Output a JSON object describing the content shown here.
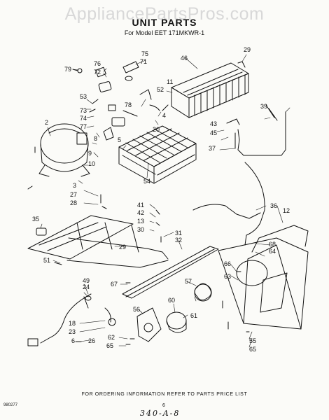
{
  "watermark": "AppliancePartsPros.com",
  "title": "UNIT PARTS",
  "subtitle": "For Model EET 171MKWR-1",
  "footer": "FOR ORDERING INFORMATION REFER TO PARTS PRICE LIST",
  "code": "980277",
  "page_number": "6",
  "handwritten": "340-A-8",
  "callouts": [
    "75",
    "71",
    "46",
    "29",
    "79",
    "76",
    "72",
    "11",
    "52",
    "53",
    "78",
    "73",
    "74",
    "77",
    "20",
    "4",
    "39",
    "43",
    "45",
    "2",
    "8",
    "5",
    "9",
    "10",
    "37",
    "3",
    "54",
    "27",
    "28",
    "41",
    "42",
    "13",
    "30",
    "36",
    "12",
    "35",
    "31",
    "32",
    "29",
    "68",
    "64",
    "51",
    "66",
    "63",
    "49",
    "24",
    "67",
    "57",
    "60",
    "56",
    "18",
    "23",
    "26",
    "62",
    "65",
    "61",
    "55",
    "65",
    "6"
  ]
}
